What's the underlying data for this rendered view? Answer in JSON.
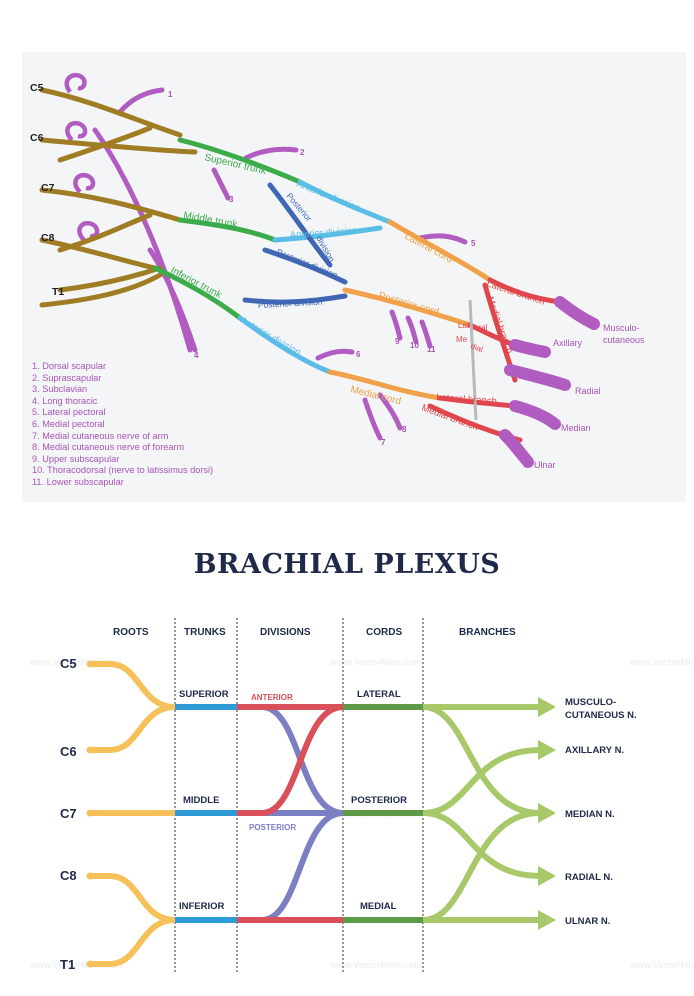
{
  "top": {
    "roots": [
      "C5",
      "C6",
      "C7",
      "C8",
      "T1"
    ],
    "trunks": [
      "Superior trunk",
      "Middle trunk",
      "Inferior trunk"
    ],
    "anterior_division": "Anterior division",
    "posterior_division": "Posterior division",
    "posterior_short": "Posterior",
    "division_short": "division",
    "cords": [
      "Lateral cord",
      "Posterior cord",
      "Medial cord"
    ],
    "branch_labels": [
      "Lateral branch",
      "Medial branch",
      "Lateral branch",
      "Medial branch"
    ],
    "small_labels": [
      "Lat",
      "eral",
      "Me",
      "dial"
    ],
    "terminal": [
      "Musculo-",
      "cutaneous",
      "Axillary",
      "Radial",
      "Median",
      "Ulnar"
    ],
    "numbers": [
      "1",
      "2",
      "3",
      "4",
      "5",
      "6",
      "7",
      "8",
      "9",
      "10",
      "11"
    ],
    "legend": [
      "1.  Dorsal scapular",
      "2.  Suprascapular",
      "3.  Subclavian",
      "4.  Long thoracic",
      "5.  Lateral pectoral",
      "6.  Medial pectoral",
      "7.  Medial cutaneous nerve of arm",
      "8.  Medial cutaneous nerve of forearm",
      "9.  Upper subscapular",
      "10.  Thoracodorsal (nerve to latissimus dorsi)",
      "11.  Lower subscapular"
    ]
  },
  "title": "BRACHIAL PLEXUS",
  "bottom": {
    "headers": [
      "ROOTS",
      "TRUNKS",
      "DIVISIONS",
      "CORDS",
      "BRANCHES"
    ],
    "roots": [
      "C5",
      "C6",
      "C7",
      "C8",
      "T1"
    ],
    "trunks": [
      "SUPERIOR",
      "MIDDLE",
      "INFERIOR"
    ],
    "divisions": [
      "ANTERIOR",
      "POSTERIOR"
    ],
    "cords": [
      "LATERAL",
      "POSTERIOR",
      "MEDIAL"
    ],
    "branches": [
      "MUSCULO-",
      "CUTANEOUS N.",
      "AXILLARY N.",
      "MEDIAN N.",
      "RADIAL N.",
      "ULNAR N."
    ],
    "watermark": "www.VectorMine.com"
  },
  "colors": {
    "root": "#a07c24",
    "trunk": "#3cab4a",
    "anterior": "#5bbde6",
    "posterior": "#3f67b3",
    "cord": "#f0a14a",
    "branch": "#e0474c",
    "small": "#b15cc0",
    "title": "#1f2a4a",
    "b_root": "#f6c15a",
    "b_trunk": "#2e9ad8",
    "b_red": "#d9505a",
    "b_purple": "#7b7fc4",
    "b_green": "#5e9a48",
    "b_lightgreen": "#a8c96a"
  }
}
